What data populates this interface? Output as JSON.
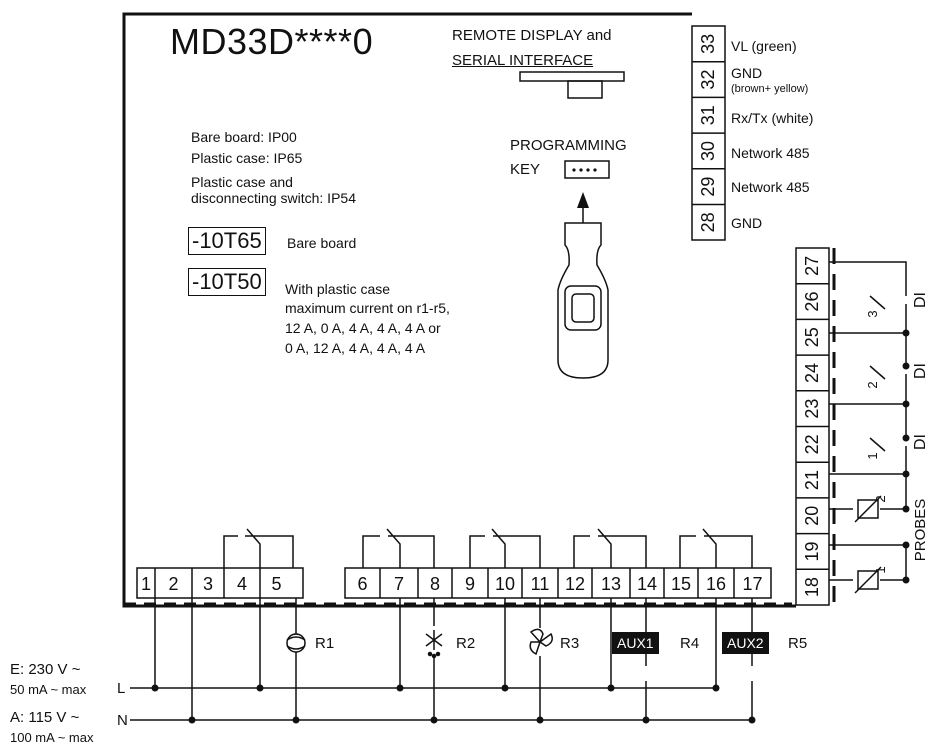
{
  "model": "MD33D****0",
  "remote_display": [
    "REMOTE DISPLAY and",
    "SERIAL INTERFACE"
  ],
  "programming_key": [
    "PROGRAMMING",
    "KEY"
  ],
  "protection": [
    "Bare board: IP00",
    "Plastic case: IP65",
    "Plastic case and",
    "disconnecting switch: IP54"
  ],
  "temp_bare": {
    "code": "-10T65",
    "label": "Bare board"
  },
  "temp_case": {
    "code": "-10T50",
    "lines": [
      "With plastic case",
      "maximum current on r1-r5,",
      "12 A, 0 A, 4 A, 4 A, 4 A or",
      "0 A, 12 A, 4 A, 4 A, 4 A"
    ]
  },
  "right_terminals": [
    {
      "num": "33",
      "label": "VL (green)"
    },
    {
      "num": "32",
      "label": "GND",
      "sub": "(brown+ yellow)"
    },
    {
      "num": "31",
      "label": "Rx/Tx (white)"
    },
    {
      "num": "30",
      "label": "Network 485"
    },
    {
      "num": "29",
      "label": "Network 485"
    },
    {
      "num": "28",
      "label": "GND"
    }
  ],
  "side_terminals": [
    "27",
    "26",
    "25",
    "24",
    "23",
    "22",
    "21",
    "20",
    "19",
    "18"
  ],
  "bottom_terminals": [
    "1",
    "2",
    "3",
    "4",
    "5",
    "6",
    "7",
    "8",
    "9",
    "10",
    "11",
    "12",
    "13",
    "14",
    "15",
    "16",
    "17"
  ],
  "inputs": [
    {
      "contact": "3",
      "label": "DI"
    },
    {
      "contact": "2",
      "label": "DI"
    },
    {
      "contact": "1",
      "label": "DI"
    }
  ],
  "probes": {
    "label": "PROBES",
    "items": [
      "2",
      "1"
    ]
  },
  "relays": [
    {
      "label": "R1",
      "icon": "compressor-icon"
    },
    {
      "label": "R2",
      "icon": "defrost-icon"
    },
    {
      "label": "R3",
      "icon": "fan-icon"
    },
    {
      "label": "R4",
      "aux": "AUX1"
    },
    {
      "label": "R5",
      "aux": "AUX2"
    }
  ],
  "supply": {
    "e": [
      "E: 230 V ~",
      "50 mA ~ max"
    ],
    "a": [
      "A: 115 V ~",
      "100 mA ~ max"
    ],
    "line_labels": [
      "L",
      "N"
    ]
  }
}
